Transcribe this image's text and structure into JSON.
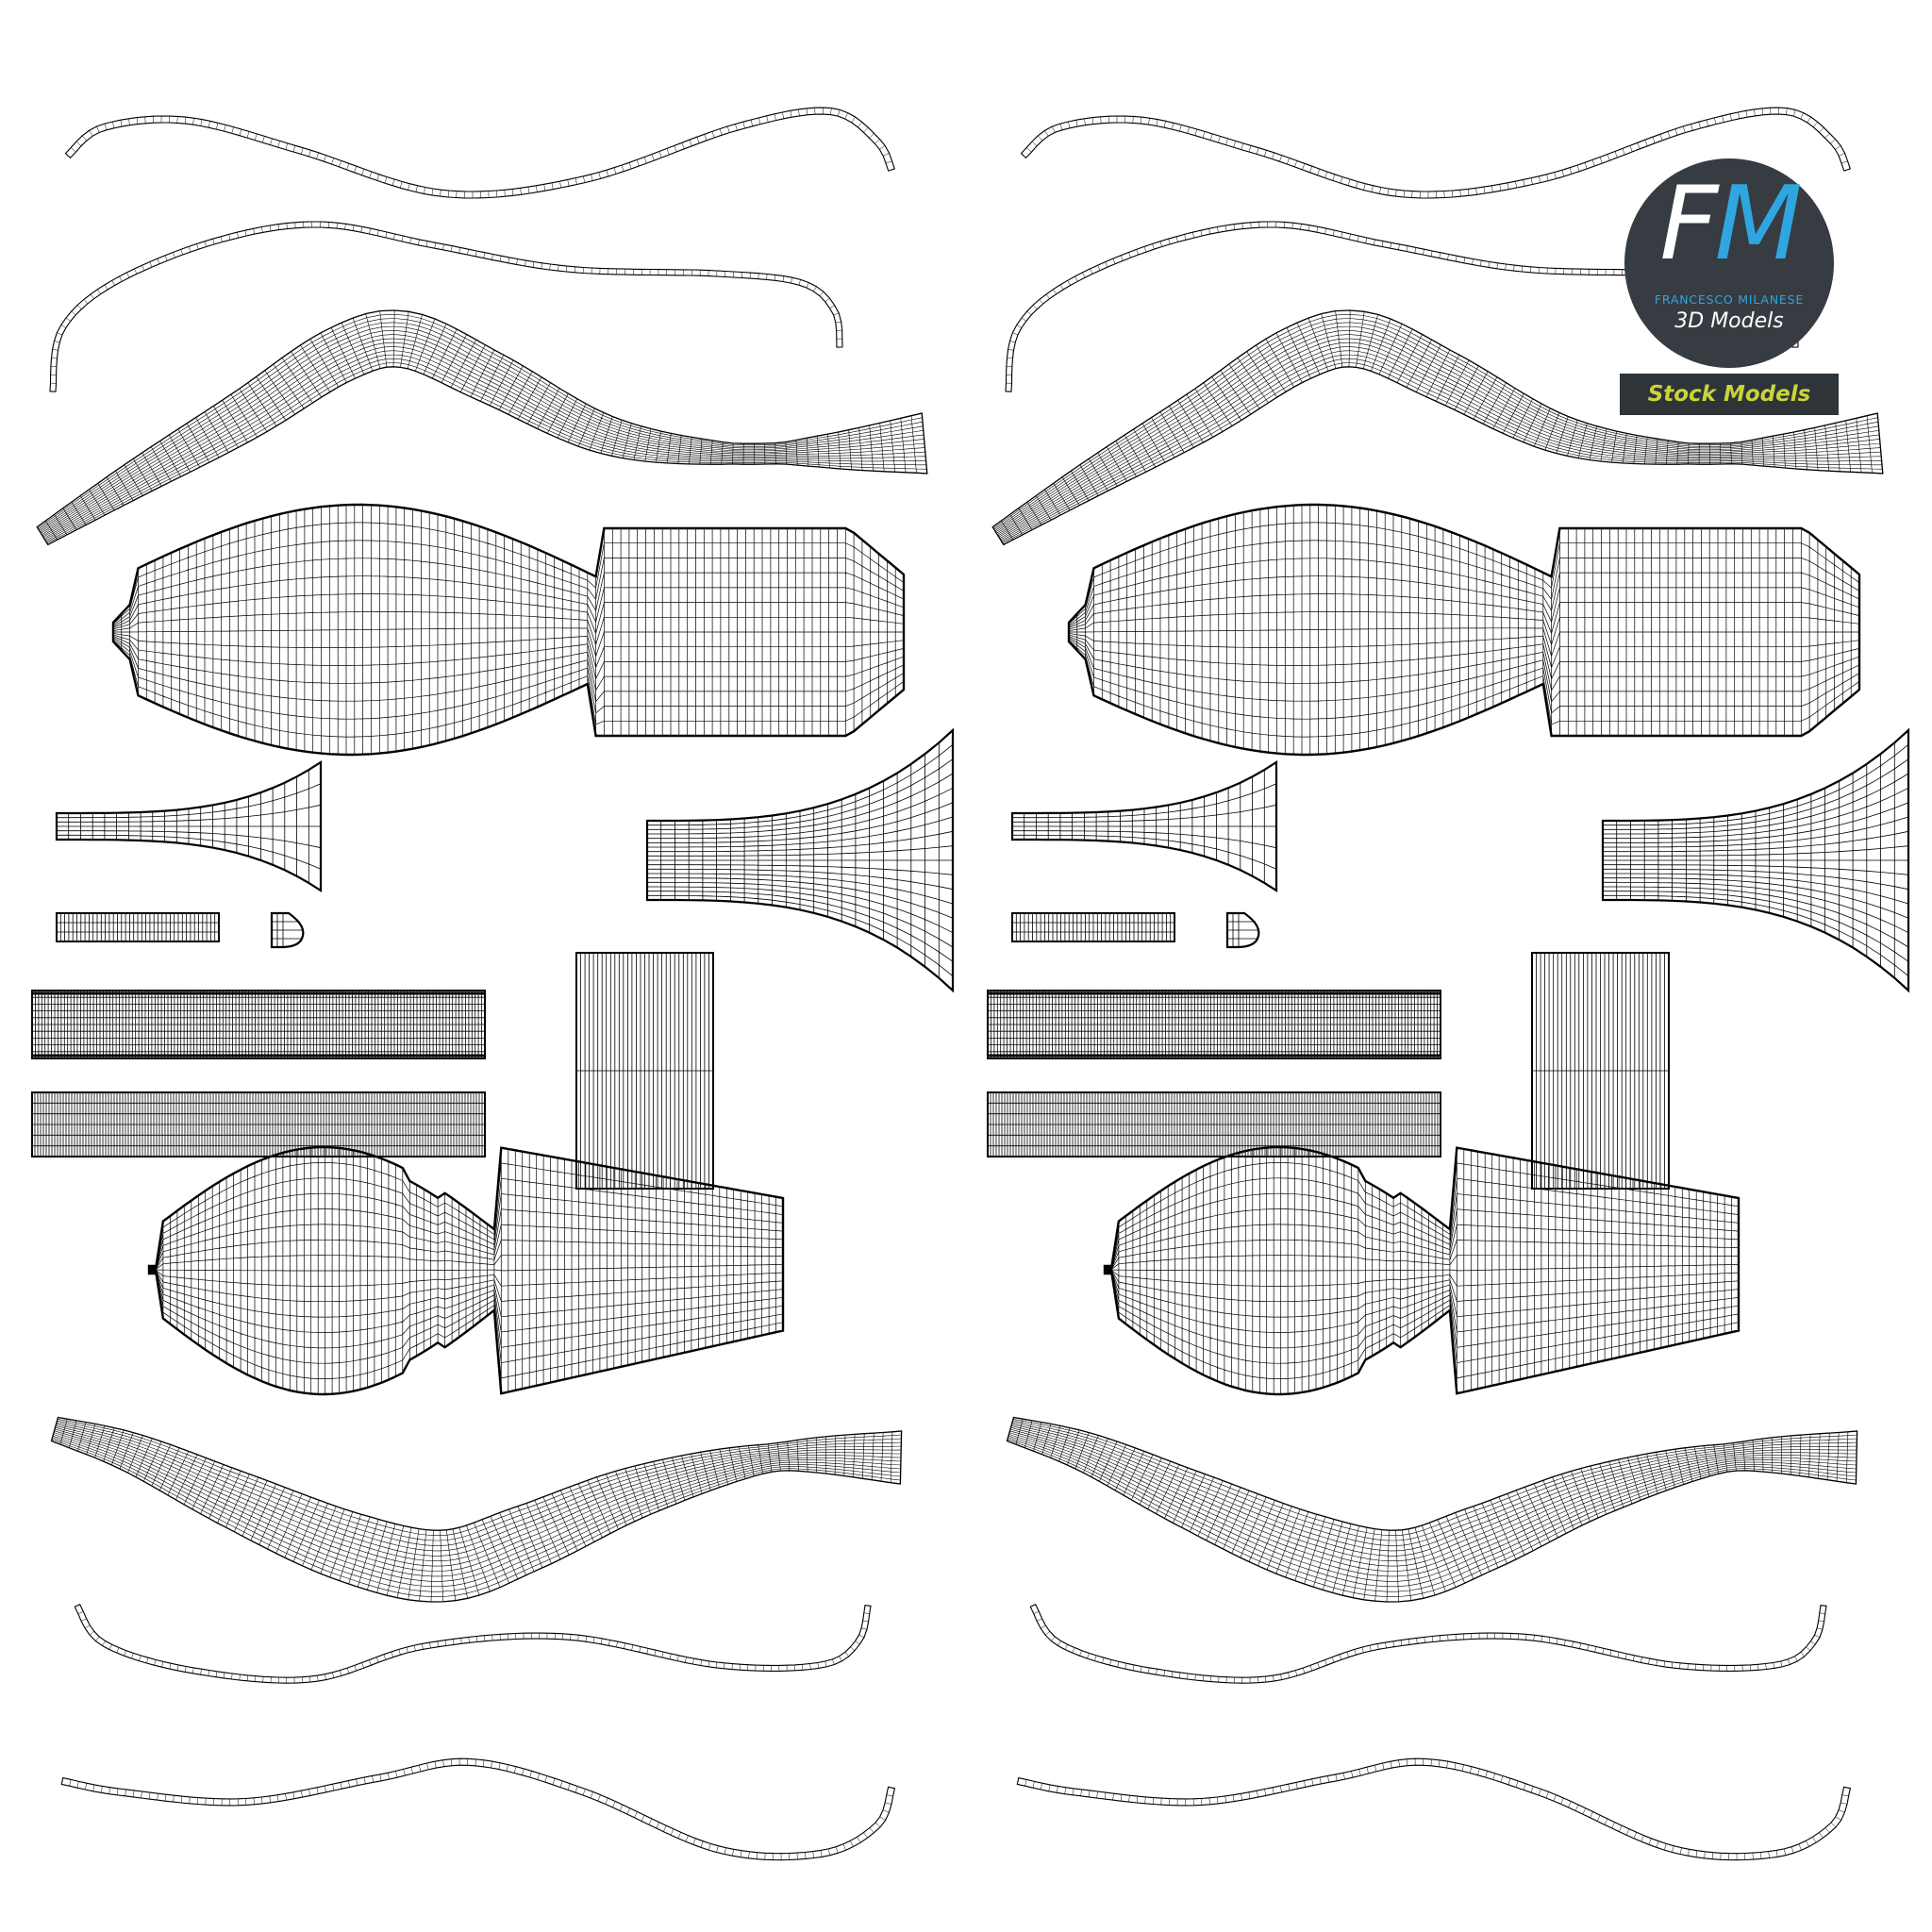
{
  "sheet": {
    "type": "UV wireframe layout",
    "background": "#ffffff",
    "line_color": "#000000",
    "panel_count": 2
  },
  "logo": {
    "letter_f": "F",
    "letter_m": "M",
    "name": "FRANCESCO MILANESE",
    "subtitle": "3D Models",
    "banner": "Stock Models",
    "colors": {
      "circle": "#363c42",
      "f_letter": "#ffffff",
      "m_letter": "#2fa6df",
      "banner_bg": "#2f3438",
      "banner_text": "#c8d43a"
    }
  }
}
